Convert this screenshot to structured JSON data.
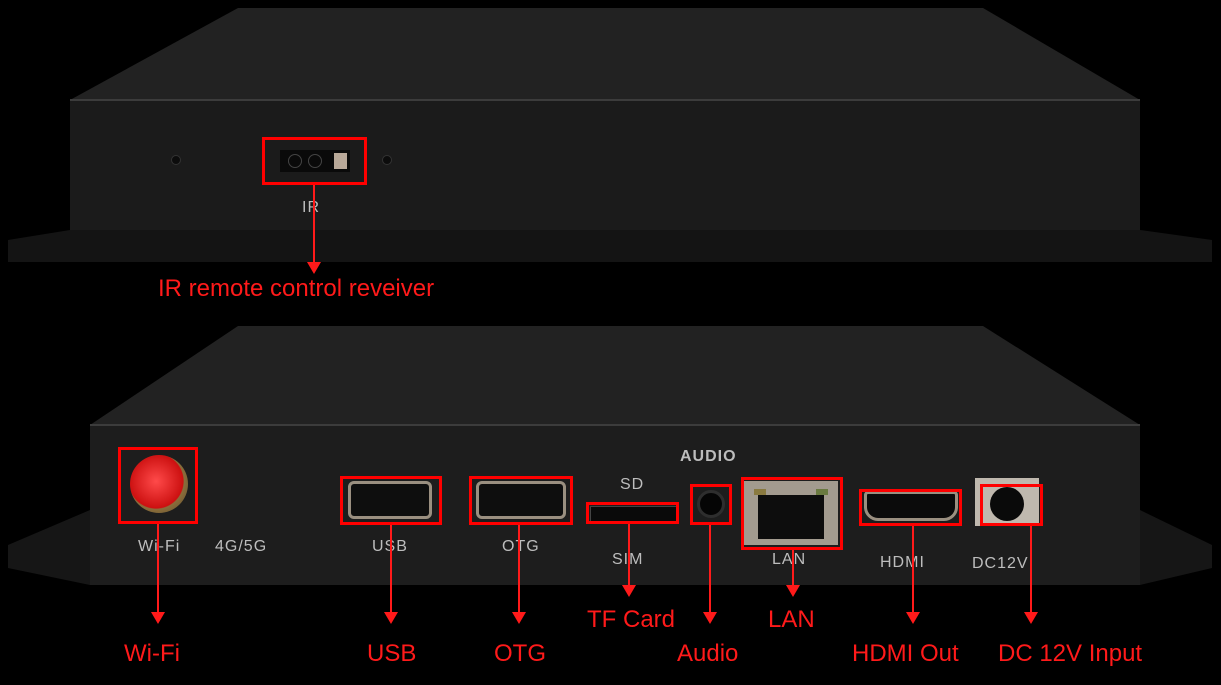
{
  "top_device": {
    "silkscreen": {
      "ir": "IR"
    },
    "callout": {
      "label": "IR remote control reveiver"
    }
  },
  "bottom_device": {
    "silkscreen": {
      "wifi": "Wi-Fi",
      "cellular": "4G/5G",
      "usb": "USB",
      "otg": "OTG",
      "sd": "SD",
      "sim": "SIM",
      "audio": "AUDIO",
      "lan": "LAN",
      "hdmi": "HDMI",
      "dc": "DC12V"
    },
    "callouts": [
      {
        "id": "wifi",
        "label": "Wi-Fi"
      },
      {
        "id": "usb",
        "label": "USB"
      },
      {
        "id": "otg",
        "label": "OTG"
      },
      {
        "id": "tf",
        "label": "TF Card"
      },
      {
        "id": "audio",
        "label": "Audio"
      },
      {
        "id": "lan",
        "label": "LAN"
      },
      {
        "id": "hdmi",
        "label": "HDMI Out"
      },
      {
        "id": "dc",
        "label": "DC 12V Input"
      }
    ]
  },
  "colors": {
    "highlight": "#ff0000",
    "label": "#ff1a1a",
    "device": "#1a1a1a",
    "silkscreen": "#bdbdbd"
  }
}
